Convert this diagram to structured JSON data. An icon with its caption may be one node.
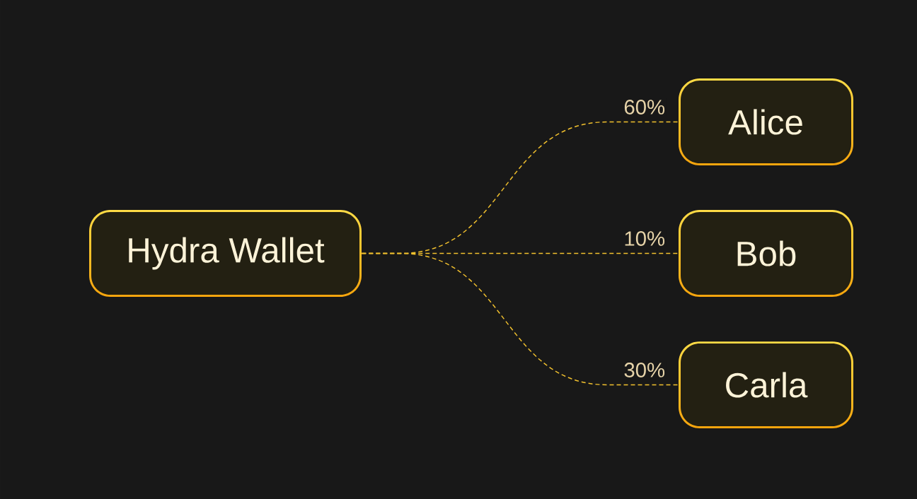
{
  "diagram": {
    "nodes": [
      {
        "text": [
          "Hydra Wallet"
        ]
      },
      {
        "text": [
          "Alice"
        ]
      },
      {
        "text": [
          "Bob"
        ]
      },
      {
        "text": [
          "Carla"
        ]
      }
    ],
    "edges": [
      {
        "from": 0,
        "to": 1,
        "arrow": "none",
        "style": "dashed",
        "label": "60%"
      },
      {
        "from": 0,
        "to": 2,
        "arrow": "none",
        "style": "dashed",
        "label": "10%"
      },
      {
        "from": 0,
        "to": 3,
        "arrow": "none",
        "style": "dashed",
        "label": "30%"
      }
    ]
  }
}
